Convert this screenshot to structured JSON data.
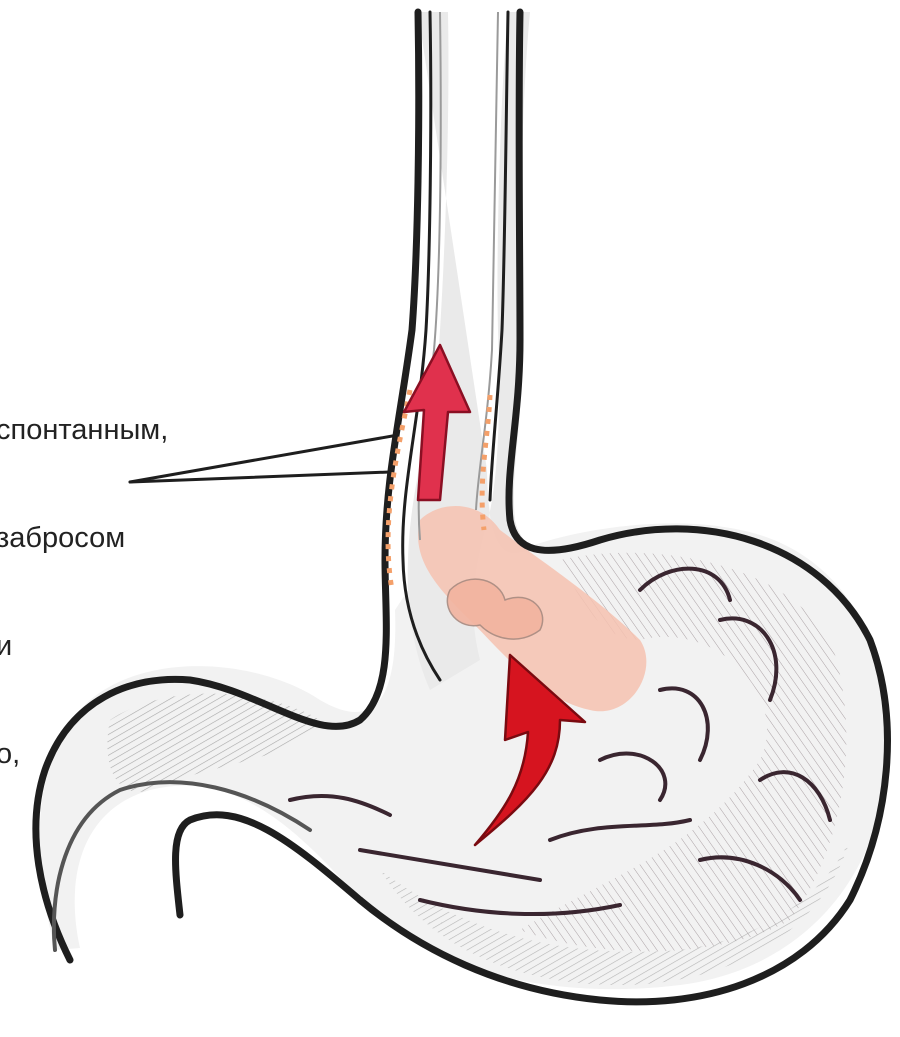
{
  "annotation": {
    "lines": [
      "спонтанным,",
      "забросом",
      "и",
      "о,"
    ]
  },
  "colors": {
    "outline": "#1e1e1e",
    "hatch": "#8a8a8a",
    "mucosa_shade": "#d9d9d9",
    "inflammation_dots": "#f4a06a",
    "inflamed_tissue": "#f6c2b0",
    "arrow_esophagus": "#e0314d",
    "arrow_stomach": "#d6141f",
    "rugae": "#3a2630"
  },
  "icons": {
    "reflux_arrow_esophagus": "arrow-up",
    "reflux_arrow_stomach": "curved-arrow-up"
  }
}
